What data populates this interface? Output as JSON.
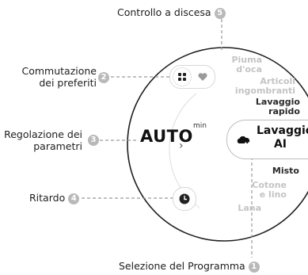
{
  "callouts": {
    "top_control": {
      "label": "Controllo a discesa",
      "number": "5"
    },
    "favorites": {
      "label_line1": "Commutazione",
      "label_line2": "dei preferiti",
      "number": "2"
    },
    "params": {
      "label_line1": "Regolazione dei",
      "label_line2": "parametri",
      "number": "3"
    },
    "delay": {
      "label": "Ritardo",
      "number": "4"
    },
    "program": {
      "label": "Selezione del Programma",
      "number": "1"
    }
  },
  "dial": {
    "auto_text": "AUTO",
    "unit": "min",
    "chevron": "›",
    "selected_program_line1": "Lavaggio",
    "selected_program_line2": "AI",
    "programs": [
      {
        "line1": "Piuma",
        "line2": "d'oca",
        "style": "faded"
      },
      {
        "line1": "Articoli",
        "line2": "ingombranti",
        "style": "faded"
      },
      {
        "line1": "Lavaggio",
        "line2": "rapido",
        "style": "dark"
      },
      {
        "line1": "Misto",
        "line2": "",
        "style": "dark"
      },
      {
        "line1": "Cotone",
        "line2": "e lino",
        "style": "faded"
      },
      {
        "line1": "Lana",
        "line2": "",
        "style": "faded"
      }
    ]
  },
  "icons": {
    "grid": "grid-icon",
    "heart": "heart-icon",
    "clock": "clock-icon",
    "cloud_ai": "cloud-ai-icon"
  },
  "colors": {
    "leader": "#9a9a9a",
    "badge": "#b9b9b9",
    "ring": "#1e1e1e",
    "faded_text": "#c4c4c4"
  }
}
